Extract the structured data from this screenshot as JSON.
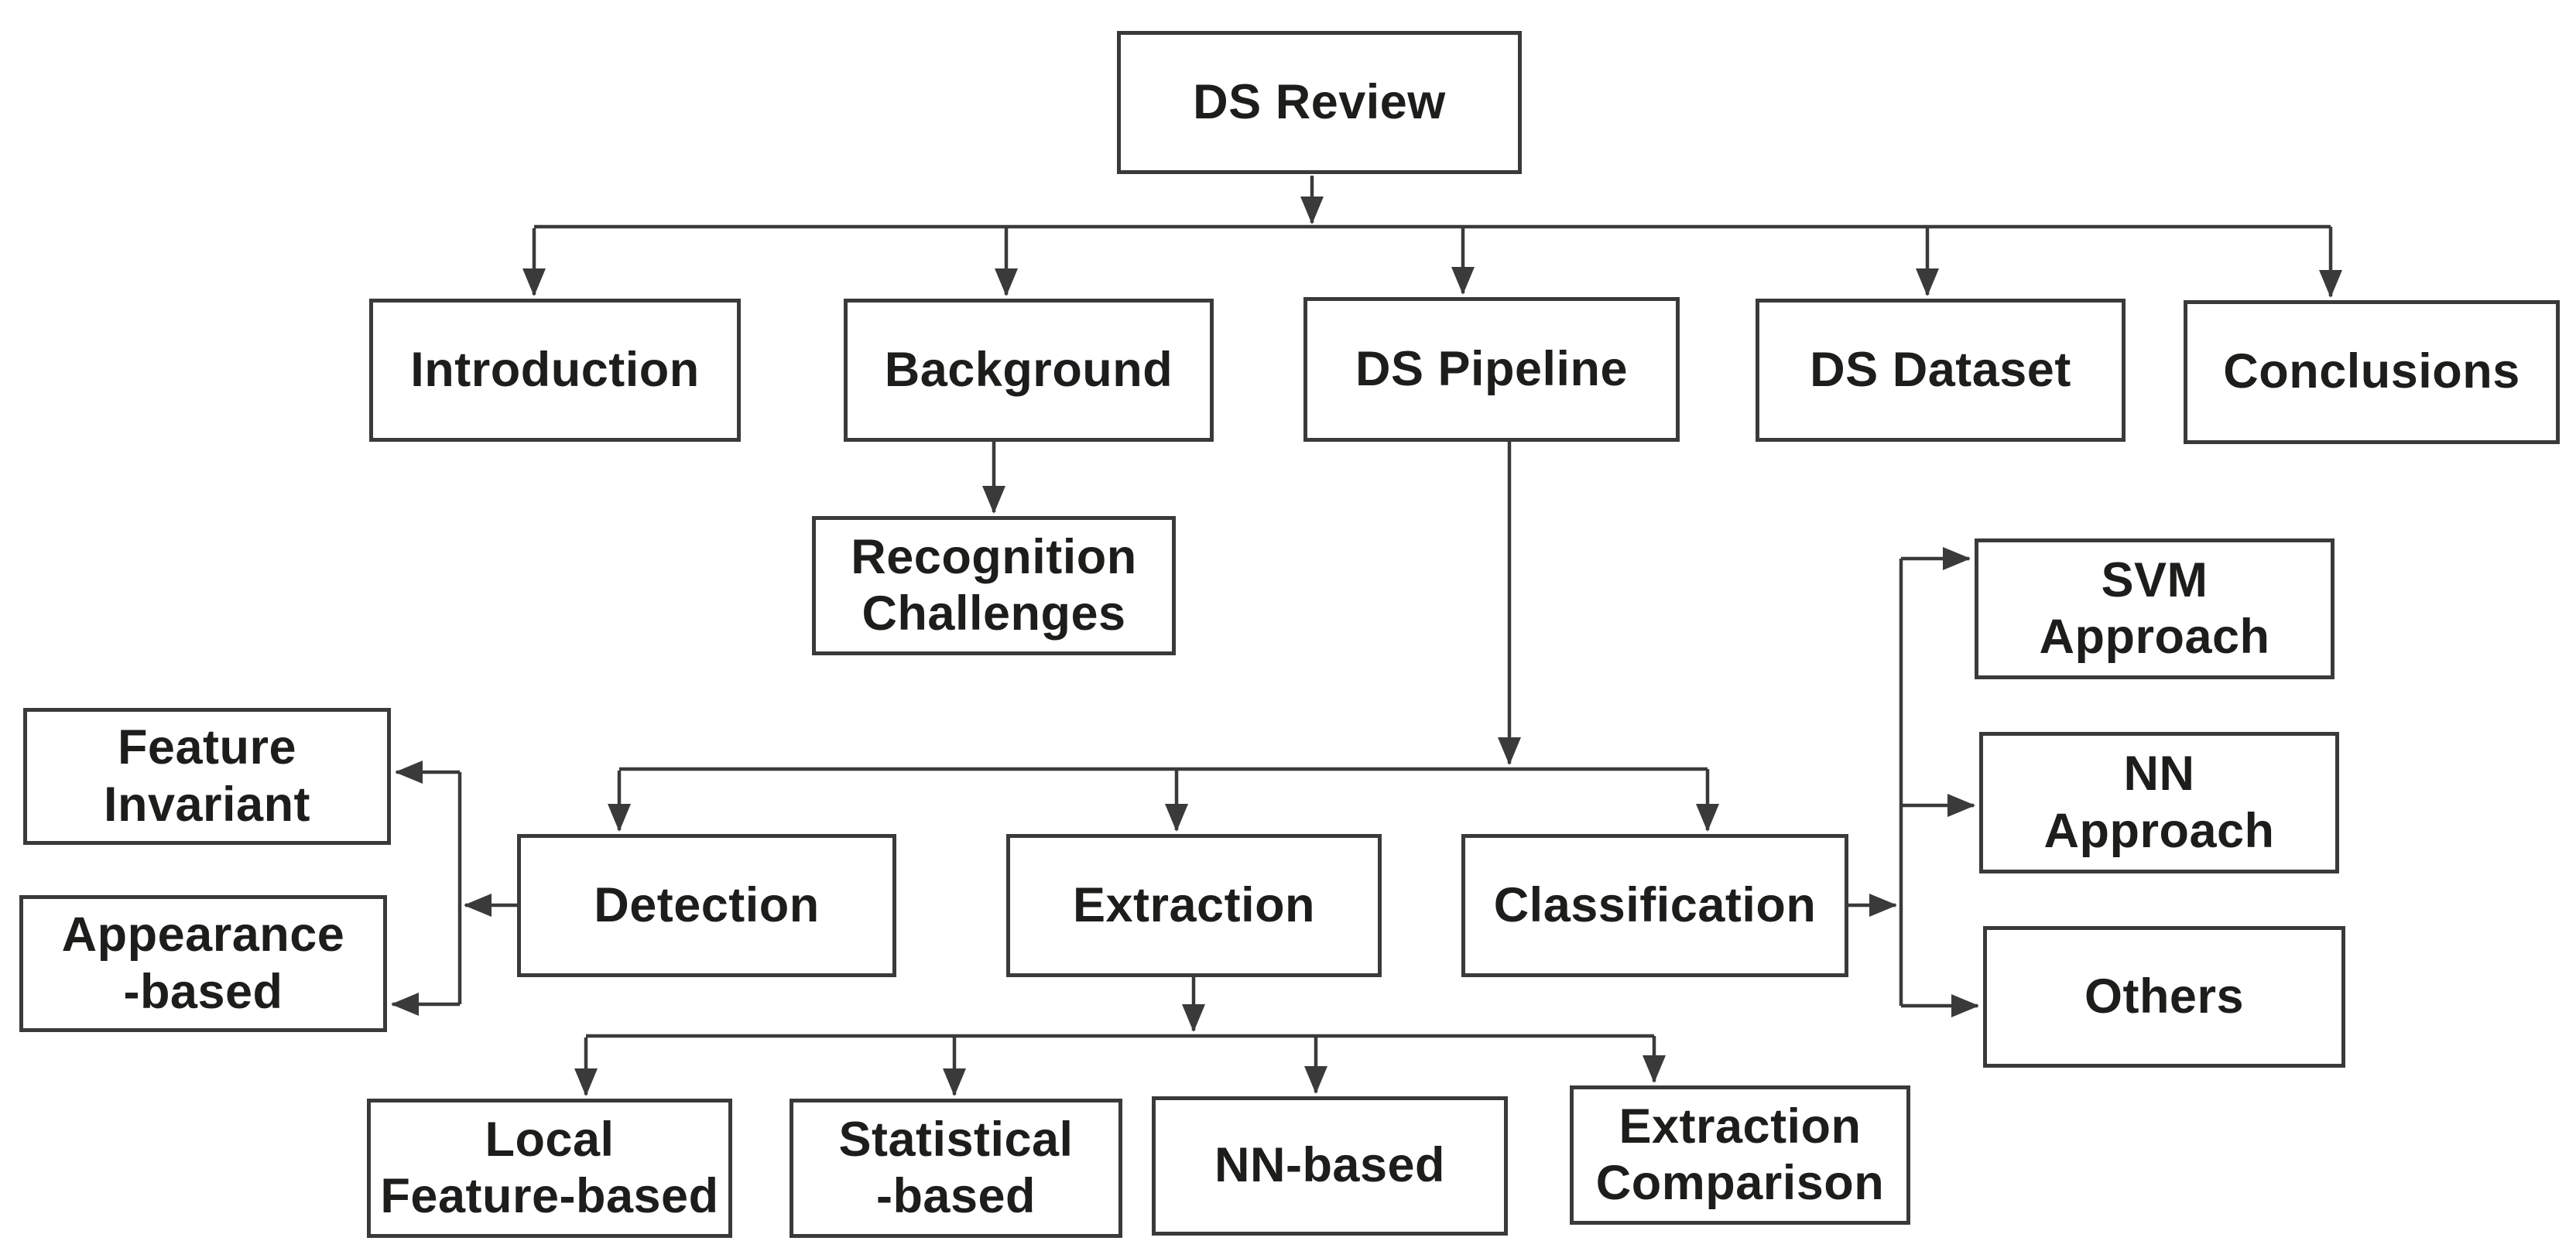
{
  "diagram": {
    "type": "flowchart",
    "root": "DS Review",
    "background_color": "#ffffff",
    "line_color": "#3a3a3a",
    "text_color": "#1d1d1b",
    "nodes": {
      "ds_review": {
        "label": "DS Review"
      },
      "introduction": {
        "label": "Introduction"
      },
      "background": {
        "label": "Background"
      },
      "ds_pipeline": {
        "label": "DS Pipeline"
      },
      "ds_dataset": {
        "label": "DS Dataset"
      },
      "conclusions": {
        "label": "Conclusions"
      },
      "recognition_challenges": {
        "label": "Recognition\nChallenges"
      },
      "feature_invariant": {
        "label": "Feature\nInvariant"
      },
      "appearance_based": {
        "label": "Appearance\n-based"
      },
      "detection": {
        "label": "Detection"
      },
      "extraction": {
        "label": "Extraction"
      },
      "classification": {
        "label": "Classification"
      },
      "svm_approach": {
        "label": "SVM\nApproach"
      },
      "nn_approach": {
        "label": "NN\nApproach"
      },
      "others": {
        "label": "Others"
      },
      "local_feature_based": {
        "label": "Local\nFeature-based"
      },
      "statistical_based": {
        "label": "Statistical\n-based"
      },
      "nn_based": {
        "label": "NN-based"
      },
      "extraction_comparison": {
        "label": "Extraction\nComparison"
      }
    },
    "edges": [
      {
        "from": "ds_review",
        "to": "introduction"
      },
      {
        "from": "ds_review",
        "to": "background"
      },
      {
        "from": "ds_review",
        "to": "ds_pipeline"
      },
      {
        "from": "ds_review",
        "to": "ds_dataset"
      },
      {
        "from": "ds_review",
        "to": "conclusions"
      },
      {
        "from": "background",
        "to": "recognition_challenges"
      },
      {
        "from": "ds_pipeline",
        "to": "detection"
      },
      {
        "from": "ds_pipeline",
        "to": "extraction"
      },
      {
        "from": "ds_pipeline",
        "to": "classification"
      },
      {
        "from": "detection",
        "to": "feature_invariant"
      },
      {
        "from": "detection",
        "to": "appearance_based"
      },
      {
        "from": "extraction",
        "to": "local_feature_based"
      },
      {
        "from": "extraction",
        "to": "statistical_based"
      },
      {
        "from": "extraction",
        "to": "nn_based"
      },
      {
        "from": "extraction",
        "to": "extraction_comparison"
      },
      {
        "from": "classification",
        "to": "svm_approach"
      },
      {
        "from": "classification",
        "to": "nn_approach"
      },
      {
        "from": "classification",
        "to": "others"
      }
    ]
  }
}
